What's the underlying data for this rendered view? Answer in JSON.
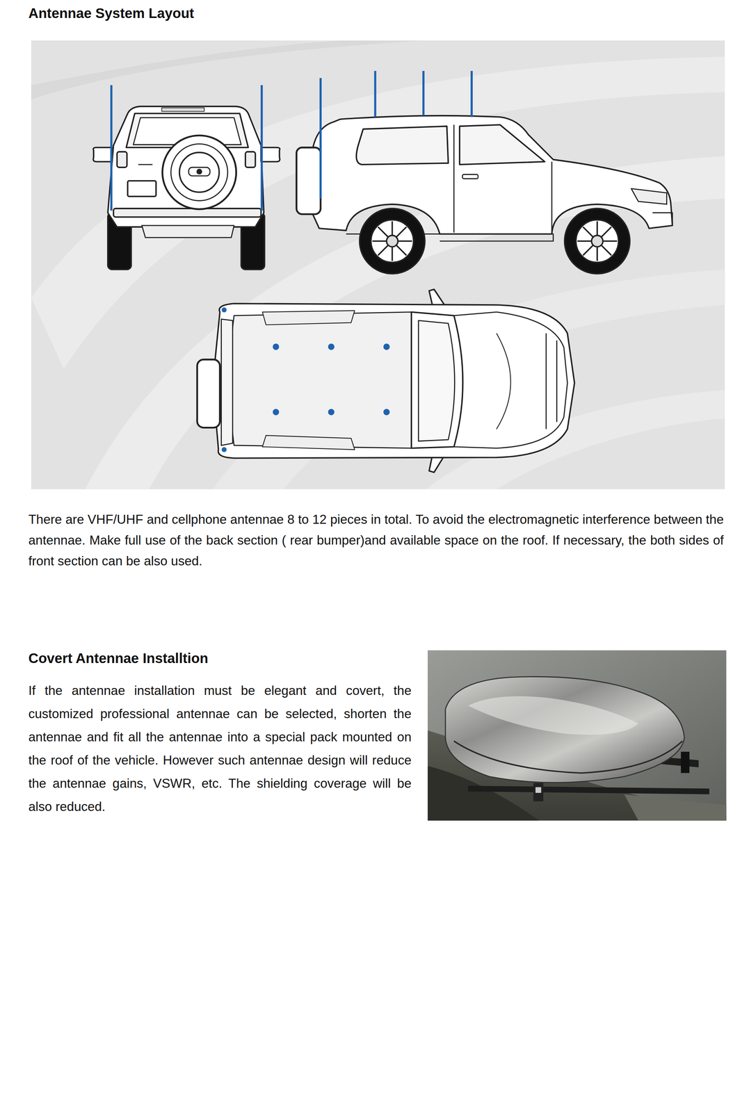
{
  "diagram": {
    "title": "Antennae System Layout",
    "labels": [
      "There are VHF/UHF and cellphone antennae 8 to 12 pieces in total. To avoid the electromagnetic interference between the antennae. Make full use of the back section ( rear bumper)and available space on the roof. If necessary, the both sides of front section can be also used.",
      "Covert Antennae Installtion",
      "If the antennae installation must be elegant and covert, the customized professional antennae can be selected, shorten the antennae and fit all the antennae into a special pack mounted on the roof of the vehicle. However such antennae design will reduce the antennae gains, VSWR, etc. The shielding coverage will be also reduced."
    ]
  }
}
